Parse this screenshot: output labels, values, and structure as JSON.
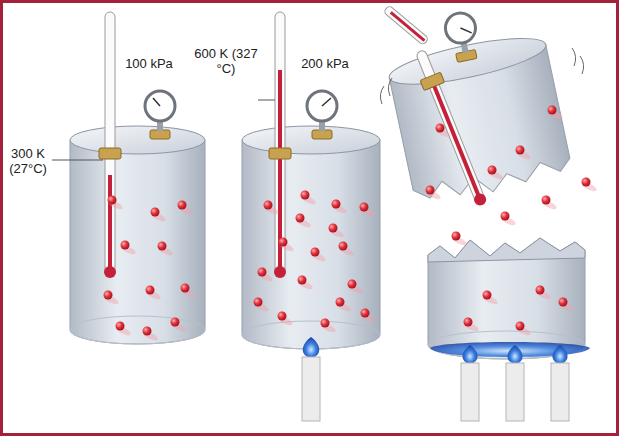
{
  "diagram": {
    "labels": [
      "100 kPa",
      "300 K (27°C)",
      "600 K (327 °C)",
      "200 kPa"
    ]
  }
}
